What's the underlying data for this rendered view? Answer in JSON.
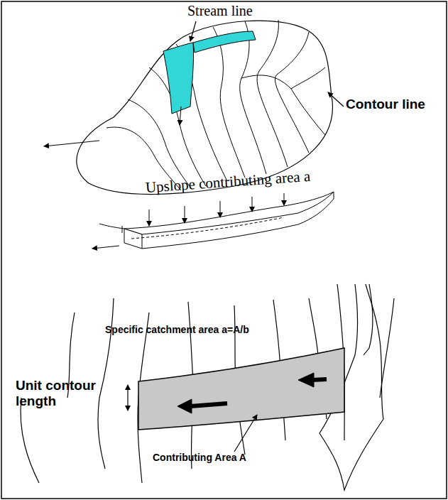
{
  "diagram": {
    "labels": [
      "Stream line",
      "Contour line",
      "Upslope contributing area a",
      "Specific catchment area a=A/b",
      "Unit contour length",
      "Contributing Area A"
    ]
  }
}
